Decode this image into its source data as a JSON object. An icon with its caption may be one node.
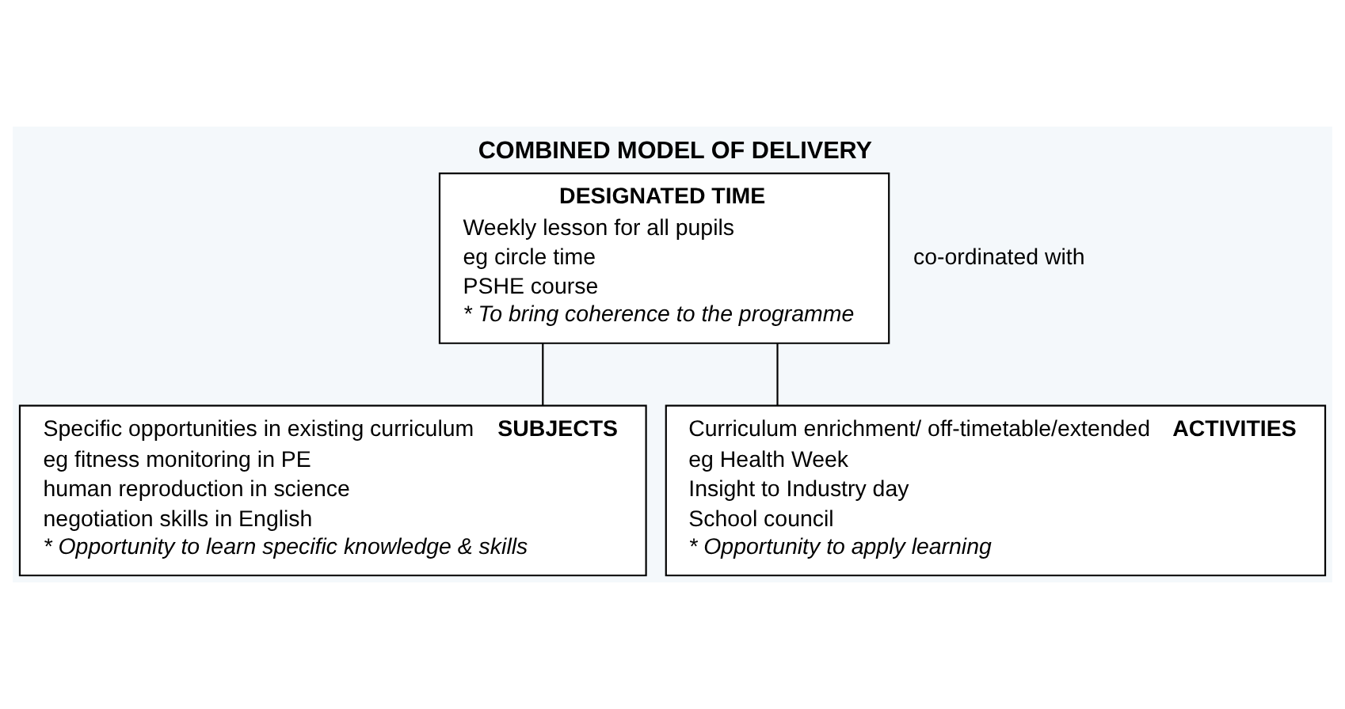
{
  "diagram": {
    "title": "COMBINED MODEL OF DELIVERY",
    "nodes": [
      {
        "text": [
          "DESIGNATED TIME",
          "Weekly lesson for all pupils",
          "eg circle time",
          "PSHE course",
          "* To bring coherence to the programme"
        ],
        "beside": [
          "co-ordinated with"
        ]
      },
      {
        "text": [
          "Specific opportunities in existing curriculum **SUBJECTS**",
          "eg fitness monitoring in PE",
          "human reproduction in science",
          "negotiation skills in English",
          "* Opportunity to learn specific knowledge & skills"
        ]
      },
      {
        "text": [
          "Curriculum enrichment/ off-timetable/extended **ACTIVITIES**",
          "eg Health Week",
          "Insight to Industry day",
          "School council",
          "* Opportunity to apply learning"
        ]
      }
    ],
    "edges": [
      {
        "from": 0,
        "to": 1,
        "arrow": "none"
      },
      {
        "from": 0,
        "to": 2,
        "arrow": "none"
      }
    ]
  }
}
